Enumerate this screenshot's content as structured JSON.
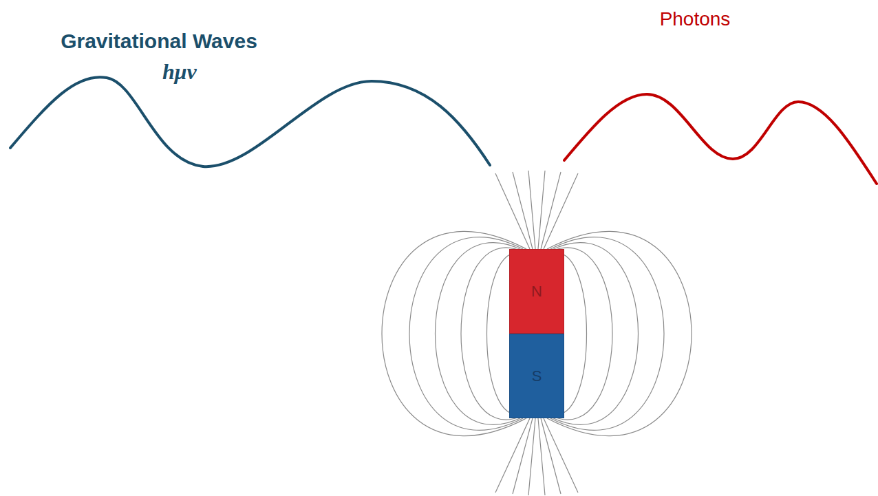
{
  "diagram": {
    "nodes": [
      {
        "text": [
          "N"
        ]
      },
      {
        "text": [
          "S"
        ]
      }
    ],
    "labels": [
      "Gravitational Waves",
      "hμν",
      "Photons"
    ]
  }
}
